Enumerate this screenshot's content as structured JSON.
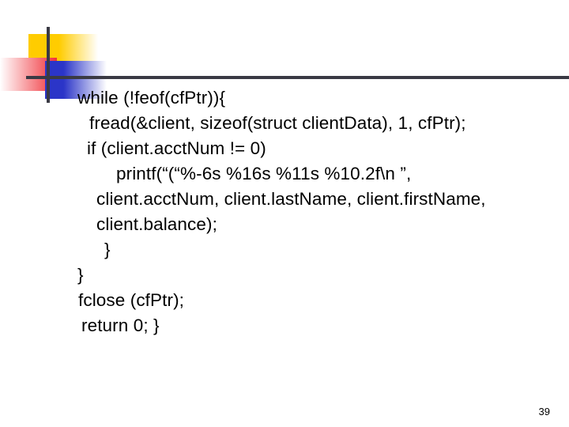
{
  "slide": {
    "page_number": "39",
    "decoration": {
      "yellow_color": "#FFCC00",
      "red_color": "#F03038",
      "blue_color": "#2B35C8",
      "bar_color": "#3A3A44",
      "yellow_name": "yellow-square",
      "red_name": "red-square",
      "blue_name": "blue-square"
    },
    "code_lines": [
      {
        "text": "while (!feof(cfPtr)){",
        "indent": "ind-0"
      },
      {
        "text": "fread(&client, sizeof(struct clientData), 1, cfPtr);",
        "indent": "ind-1"
      },
      {
        "text": "if (client.acctNum != 0)",
        "indent": "ind-2"
      },
      {
        "text": "printf(“(“%-6s %16s %11s %10.2f\\n ”,",
        "indent": "ind-3"
      },
      {
        "text": "client.acctNum, client.lastName, client.firstName,",
        "indent": "ind-4"
      },
      {
        "text": "client.balance);",
        "indent": "ind-4"
      },
      {
        "text": "}",
        "indent": "ind-5"
      },
      {
        "text": "}",
        "indent": "ind-6"
      },
      {
        "text": "fclose (cfPtr);",
        "indent": "ind-7"
      },
      {
        "text": "return 0; }",
        "indent": "ind-8"
      }
    ]
  }
}
